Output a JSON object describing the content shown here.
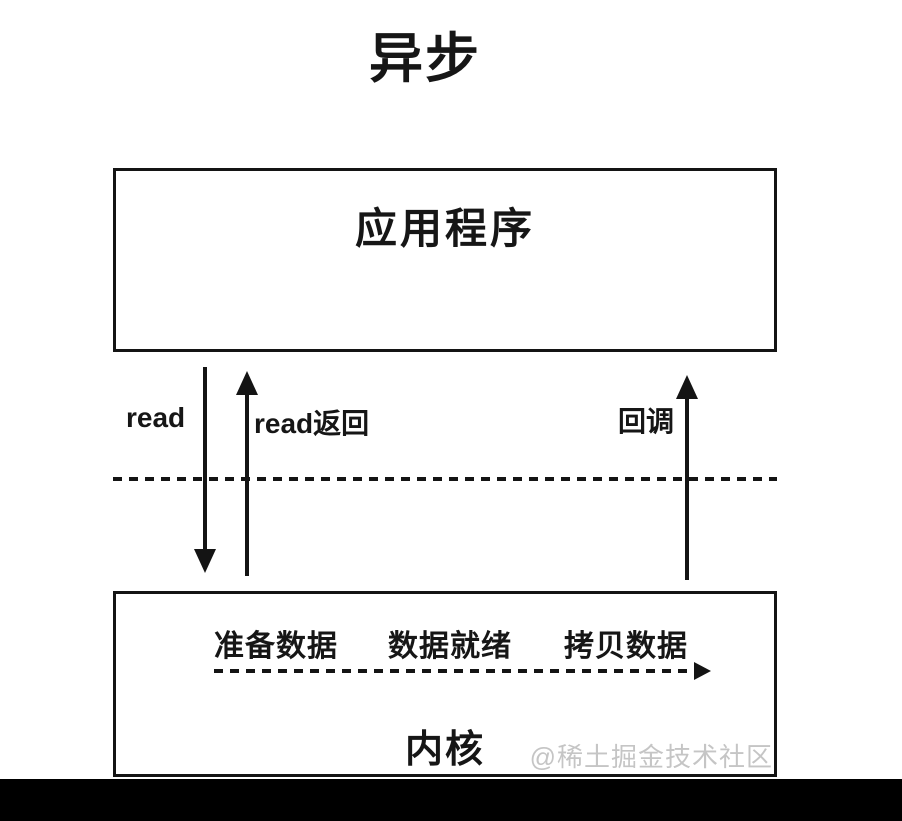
{
  "diagram": {
    "title": "异步",
    "application_box": {
      "label": "应用程序"
    },
    "arrows": {
      "read_label": "read",
      "read_return_label": "read返回",
      "callback_label": "回调"
    },
    "kernel_box": {
      "label": "内核",
      "steps": [
        "准备数据",
        "数据就绪",
        "拷贝数据"
      ]
    },
    "watermark": "@稀土掘金技术社区",
    "colors": {
      "line": "#141414",
      "background": "#ffffff",
      "watermark": "#c5c5c5",
      "bottom_bar": "#000000"
    }
  }
}
